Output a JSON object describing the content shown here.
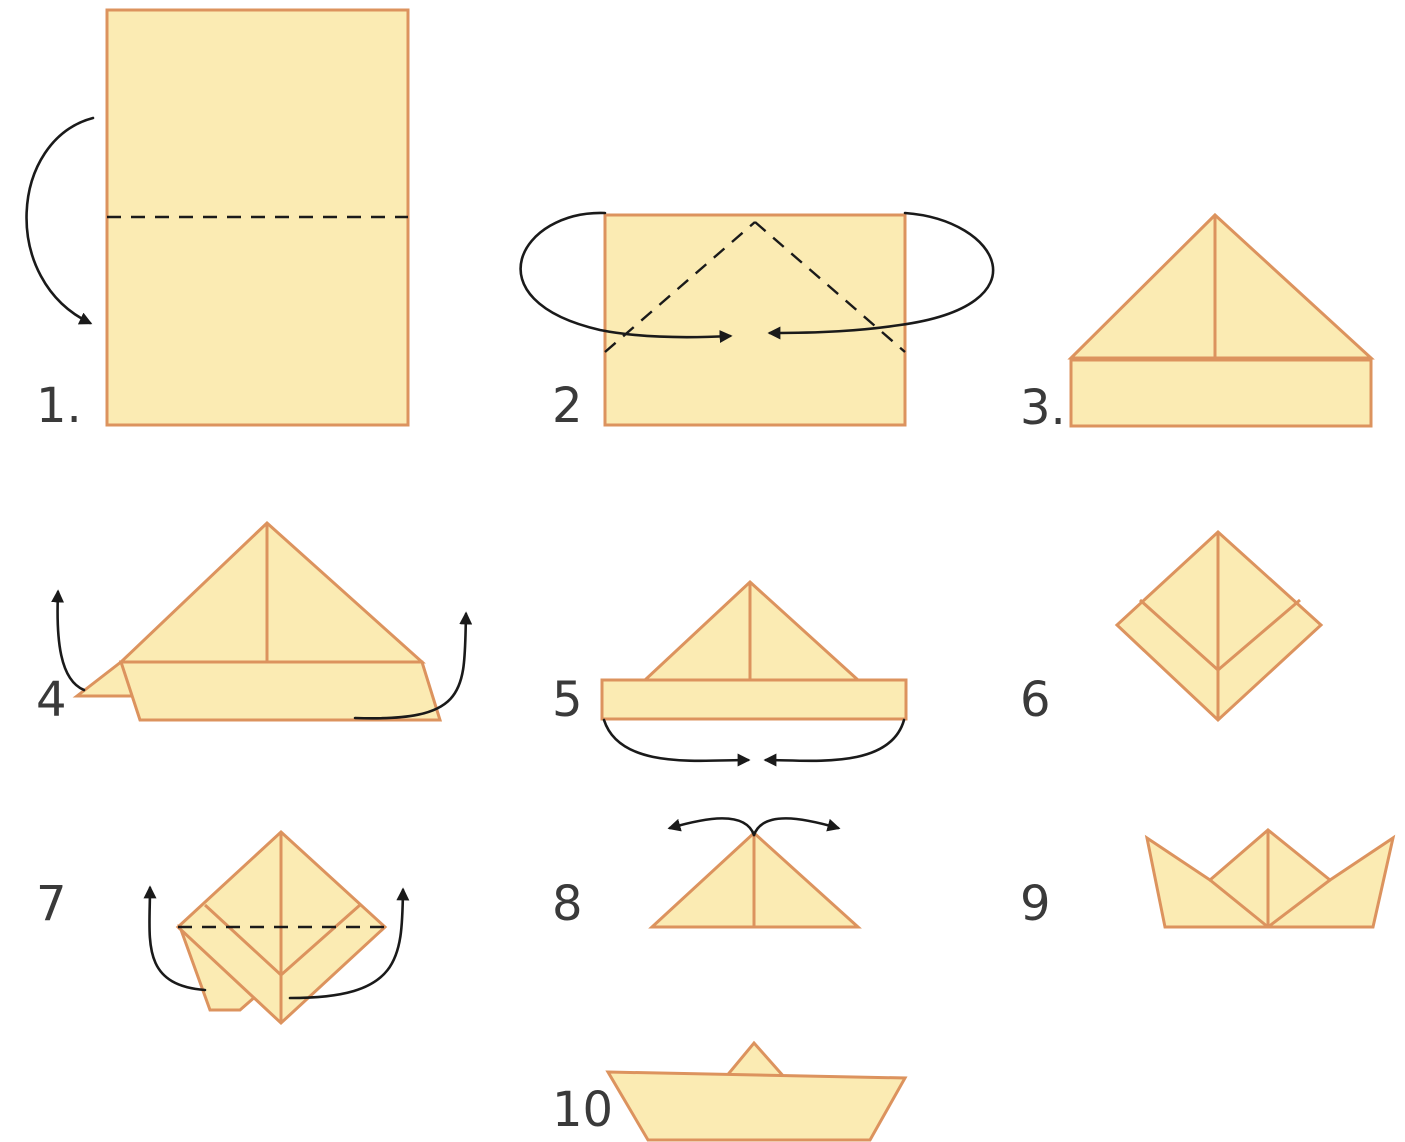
{
  "steps": [
    {
      "label": "1."
    },
    {
      "label": "2"
    },
    {
      "label": "3."
    },
    {
      "label": "4"
    },
    {
      "label": "5"
    },
    {
      "label": "6"
    },
    {
      "label": "7"
    },
    {
      "label": "8"
    },
    {
      "label": "9"
    },
    {
      "label": "10"
    }
  ],
  "colors": {
    "paper": "#fbebb3",
    "edge": "#dc935e",
    "ink": "#1a1a1a"
  }
}
